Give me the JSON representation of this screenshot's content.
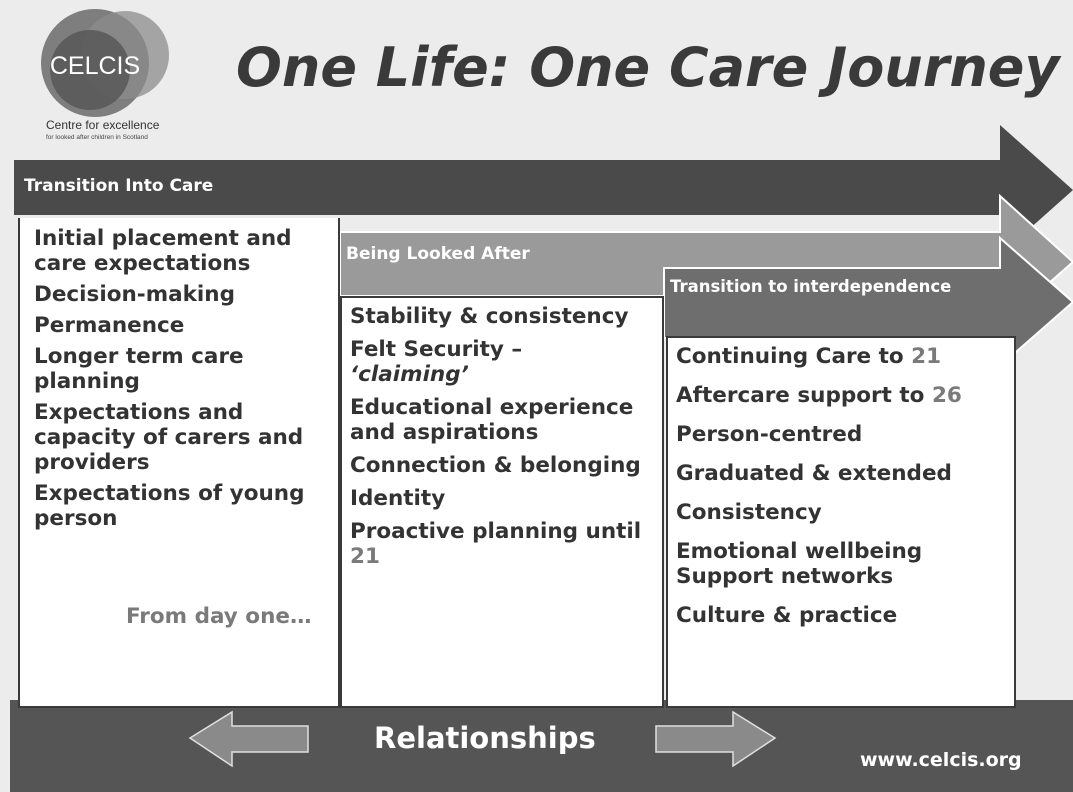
{
  "logo": {
    "name": "CELCIS",
    "tagline": "Centre for excellence",
    "subtagline": "for looked after children in Scotland"
  },
  "title": "One Life: One Care Journey",
  "stages": [
    {
      "label": "Transition Into Care",
      "items": [
        "Initial placement and care expectations",
        "Decision-making",
        "Permanence",
        "Longer term care planning",
        "Expectations and capacity of carers and providers",
        "Expectations of young person"
      ],
      "note": "From day one…"
    },
    {
      "label": "Being Looked After",
      "items": [
        "Stability & consistency",
        "Felt Security –",
        "‘claiming’",
        "Educational experience and aspirations",
        "Connection & belonging",
        "Identity",
        "Proactive planning until",
        "21"
      ]
    },
    {
      "label": "Transition to interdependence",
      "items": [
        "Continuing Care to",
        "21",
        "Aftercare support to",
        "26",
        "Person-centred",
        "Graduated & extended",
        "Consistency",
        "Emotional wellbeing",
        "Support networks",
        "Culture & practice"
      ]
    }
  ],
  "footer": {
    "label": "Relationships",
    "url": "www.celcis.org"
  },
  "colors": {
    "dark_arrow": "#4a4a4a",
    "mid_arrow": "#9a9a9a",
    "third_arrow": "#6e6e6e",
    "highlight_number": "#7a7a7a"
  }
}
